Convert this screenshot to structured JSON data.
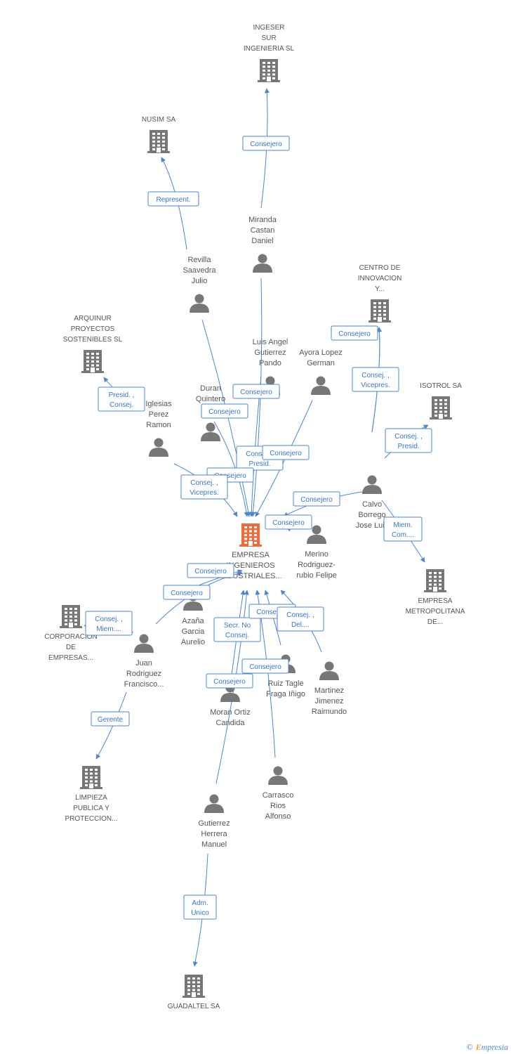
{
  "colors": {
    "edge": "#4a86d4",
    "node_gray": "#777777",
    "center": "#f26a38"
  },
  "footer": {
    "copyright": "©",
    "brand_initial": "E",
    "brand_rest": "mpresia"
  },
  "nodes": [
    {
      "id": "ingeser",
      "kind": "company",
      "lines": [
        "INGESER",
        "SUR",
        "INGENIERIA SL"
      ]
    },
    {
      "id": "nusim",
      "kind": "company",
      "lines": [
        "NUSIM SA"
      ]
    },
    {
      "id": "miranda",
      "kind": "person",
      "lines": [
        "Miranda",
        "Castan",
        "Daniel"
      ]
    },
    {
      "id": "revilla",
      "kind": "person",
      "lines": [
        "Revilla",
        "Saavedra",
        "Julio"
      ]
    },
    {
      "id": "centro",
      "kind": "company",
      "lines": [
        "CENTRO DE",
        "INNOVACION",
        "Y..."
      ]
    },
    {
      "id": "arquinur",
      "kind": "company",
      "lines": [
        "ARQUINUR",
        "PROYECTOS",
        "SOSTENIBLES SL"
      ]
    },
    {
      "id": "luisangel",
      "kind": "person",
      "lines": [
        "Luis Angel",
        "Gutierrez",
        "Pando"
      ]
    },
    {
      "id": "ayora",
      "kind": "person",
      "lines": [
        "Ayora Lopez",
        "German"
      ]
    },
    {
      "id": "isotrol",
      "kind": "company",
      "lines": [
        "ISOTROL SA"
      ]
    },
    {
      "id": "duran",
      "kind": "person",
      "lines": [
        "Duran",
        "Quintero",
        "J..."
      ]
    },
    {
      "id": "iglesias",
      "kind": "person",
      "lines": [
        "Iglesias",
        "Perez",
        "Ramon"
      ]
    },
    {
      "id": "calvo",
      "kind": "person",
      "lines": [
        "Calvo",
        "Borrego",
        "Jose Luis"
      ]
    },
    {
      "id": "center",
      "kind": "center",
      "lines": [
        "EMPRESA",
        "INGENIEROS",
        "INDUSTRIALES..."
      ]
    },
    {
      "id": "merino",
      "kind": "person",
      "lines": [
        "Merino",
        "Rodriguez-",
        "rubio Felipe"
      ]
    },
    {
      "id": "metropolitana",
      "kind": "company",
      "lines": [
        "EMPRESA",
        "METROPOLITANA",
        "DE..."
      ]
    },
    {
      "id": "azana",
      "kind": "person",
      "lines": [
        "Azaña",
        "Garcia",
        "Aurelio"
      ]
    },
    {
      "id": "corporacion",
      "kind": "company",
      "lines": [
        "CORPORACION",
        "DE",
        "EMPRESAS..."
      ]
    },
    {
      "id": "juan",
      "kind": "person",
      "lines": [
        "Juan",
        "Rodriguez",
        "Francisco..."
      ]
    },
    {
      "id": "ruiz",
      "kind": "person",
      "lines": [
        "Ruiz Tagle",
        "Fraga Iñigo"
      ]
    },
    {
      "id": "martinez",
      "kind": "person",
      "lines": [
        "Martinez",
        "Jimenez",
        "Raimundo"
      ]
    },
    {
      "id": "moran",
      "kind": "person",
      "lines": [
        "Moran Ortiz",
        "Candida"
      ]
    },
    {
      "id": "limpieza",
      "kind": "company",
      "lines": [
        "LIMPIEZA",
        "PUBLICA Y",
        "PROTECCION..."
      ]
    },
    {
      "id": "carrasco",
      "kind": "person",
      "lines": [
        "Carrasco",
        "Rios",
        "Alfonso"
      ]
    },
    {
      "id": "gutierrez",
      "kind": "person",
      "lines": [
        "Gutierrez",
        "Herrera",
        "Manuel"
      ]
    },
    {
      "id": "guadaltel",
      "kind": "company",
      "lines": [
        "GUADALTEL SA"
      ]
    }
  ],
  "edges": [
    {
      "id": "e-miranda-ingeser",
      "lines": [
        "Consejero"
      ]
    },
    {
      "id": "e-revilla-nusim",
      "lines": [
        "Represent."
      ]
    },
    {
      "id": "e-calvo-centro",
      "lines": [
        "Consejero"
      ]
    },
    {
      "id": "e-calvo-centro-2",
      "lines": [
        "Consej. ,",
        "Vicepres."
      ]
    },
    {
      "id": "e-calvo-isotrol",
      "lines": [
        "Consej. ,",
        "Presid."
      ]
    },
    {
      "id": "e-iglesias-arquinur",
      "lines": [
        "Presid. ,",
        "Consej."
      ]
    },
    {
      "id": "e-luisangel-center",
      "lines": [
        "Consejero"
      ]
    },
    {
      "id": "e-duran-center",
      "lines": [
        "Consejero"
      ]
    },
    {
      "id": "e-revilla-center",
      "lines": [
        "Consej. ,",
        "Presid."
      ]
    },
    {
      "id": "e-ayora-center",
      "lines": [
        "Consejero"
      ]
    },
    {
      "id": "e-miranda-center",
      "lines": [
        "Consejero"
      ]
    },
    {
      "id": "e-iglesias-center",
      "lines": [
        "Consej. ,",
        "Vicepres."
      ]
    },
    {
      "id": "e-calvo-center",
      "lines": [
        "Consejero"
      ]
    },
    {
      "id": "e-merino-center",
      "lines": [
        "Consejero"
      ]
    },
    {
      "id": "e-calvo-metropolitana",
      "lines": [
        "Miem.",
        "Com...."
      ]
    },
    {
      "id": "e-azana-center",
      "lines": [
        "Consejero"
      ]
    },
    {
      "id": "e-juan-center",
      "lines": [
        "Consejero"
      ]
    },
    {
      "id": "e-juan-corporacion",
      "lines": [
        "Consej. ,",
        "Miem...."
      ]
    },
    {
      "id": "e-juan-limpieza",
      "lines": [
        "Gerente"
      ]
    },
    {
      "id": "e-moran-center",
      "lines": [
        "Secr.  No",
        "Consej."
      ]
    },
    {
      "id": "e-ruiz-center",
      "lines": [
        "Consejero"
      ]
    },
    {
      "id": "e-martinez-center",
      "lines": [
        "Consej. ,",
        "Del...."
      ]
    },
    {
      "id": "e-carrasco-center",
      "lines": [
        "Consejero"
      ]
    },
    {
      "id": "e-gutierrez-center",
      "lines": [
        "Consejero"
      ]
    },
    {
      "id": "e-gutierrez-guadaltel",
      "lines": [
        "Adm.",
        "Unico"
      ]
    }
  ]
}
